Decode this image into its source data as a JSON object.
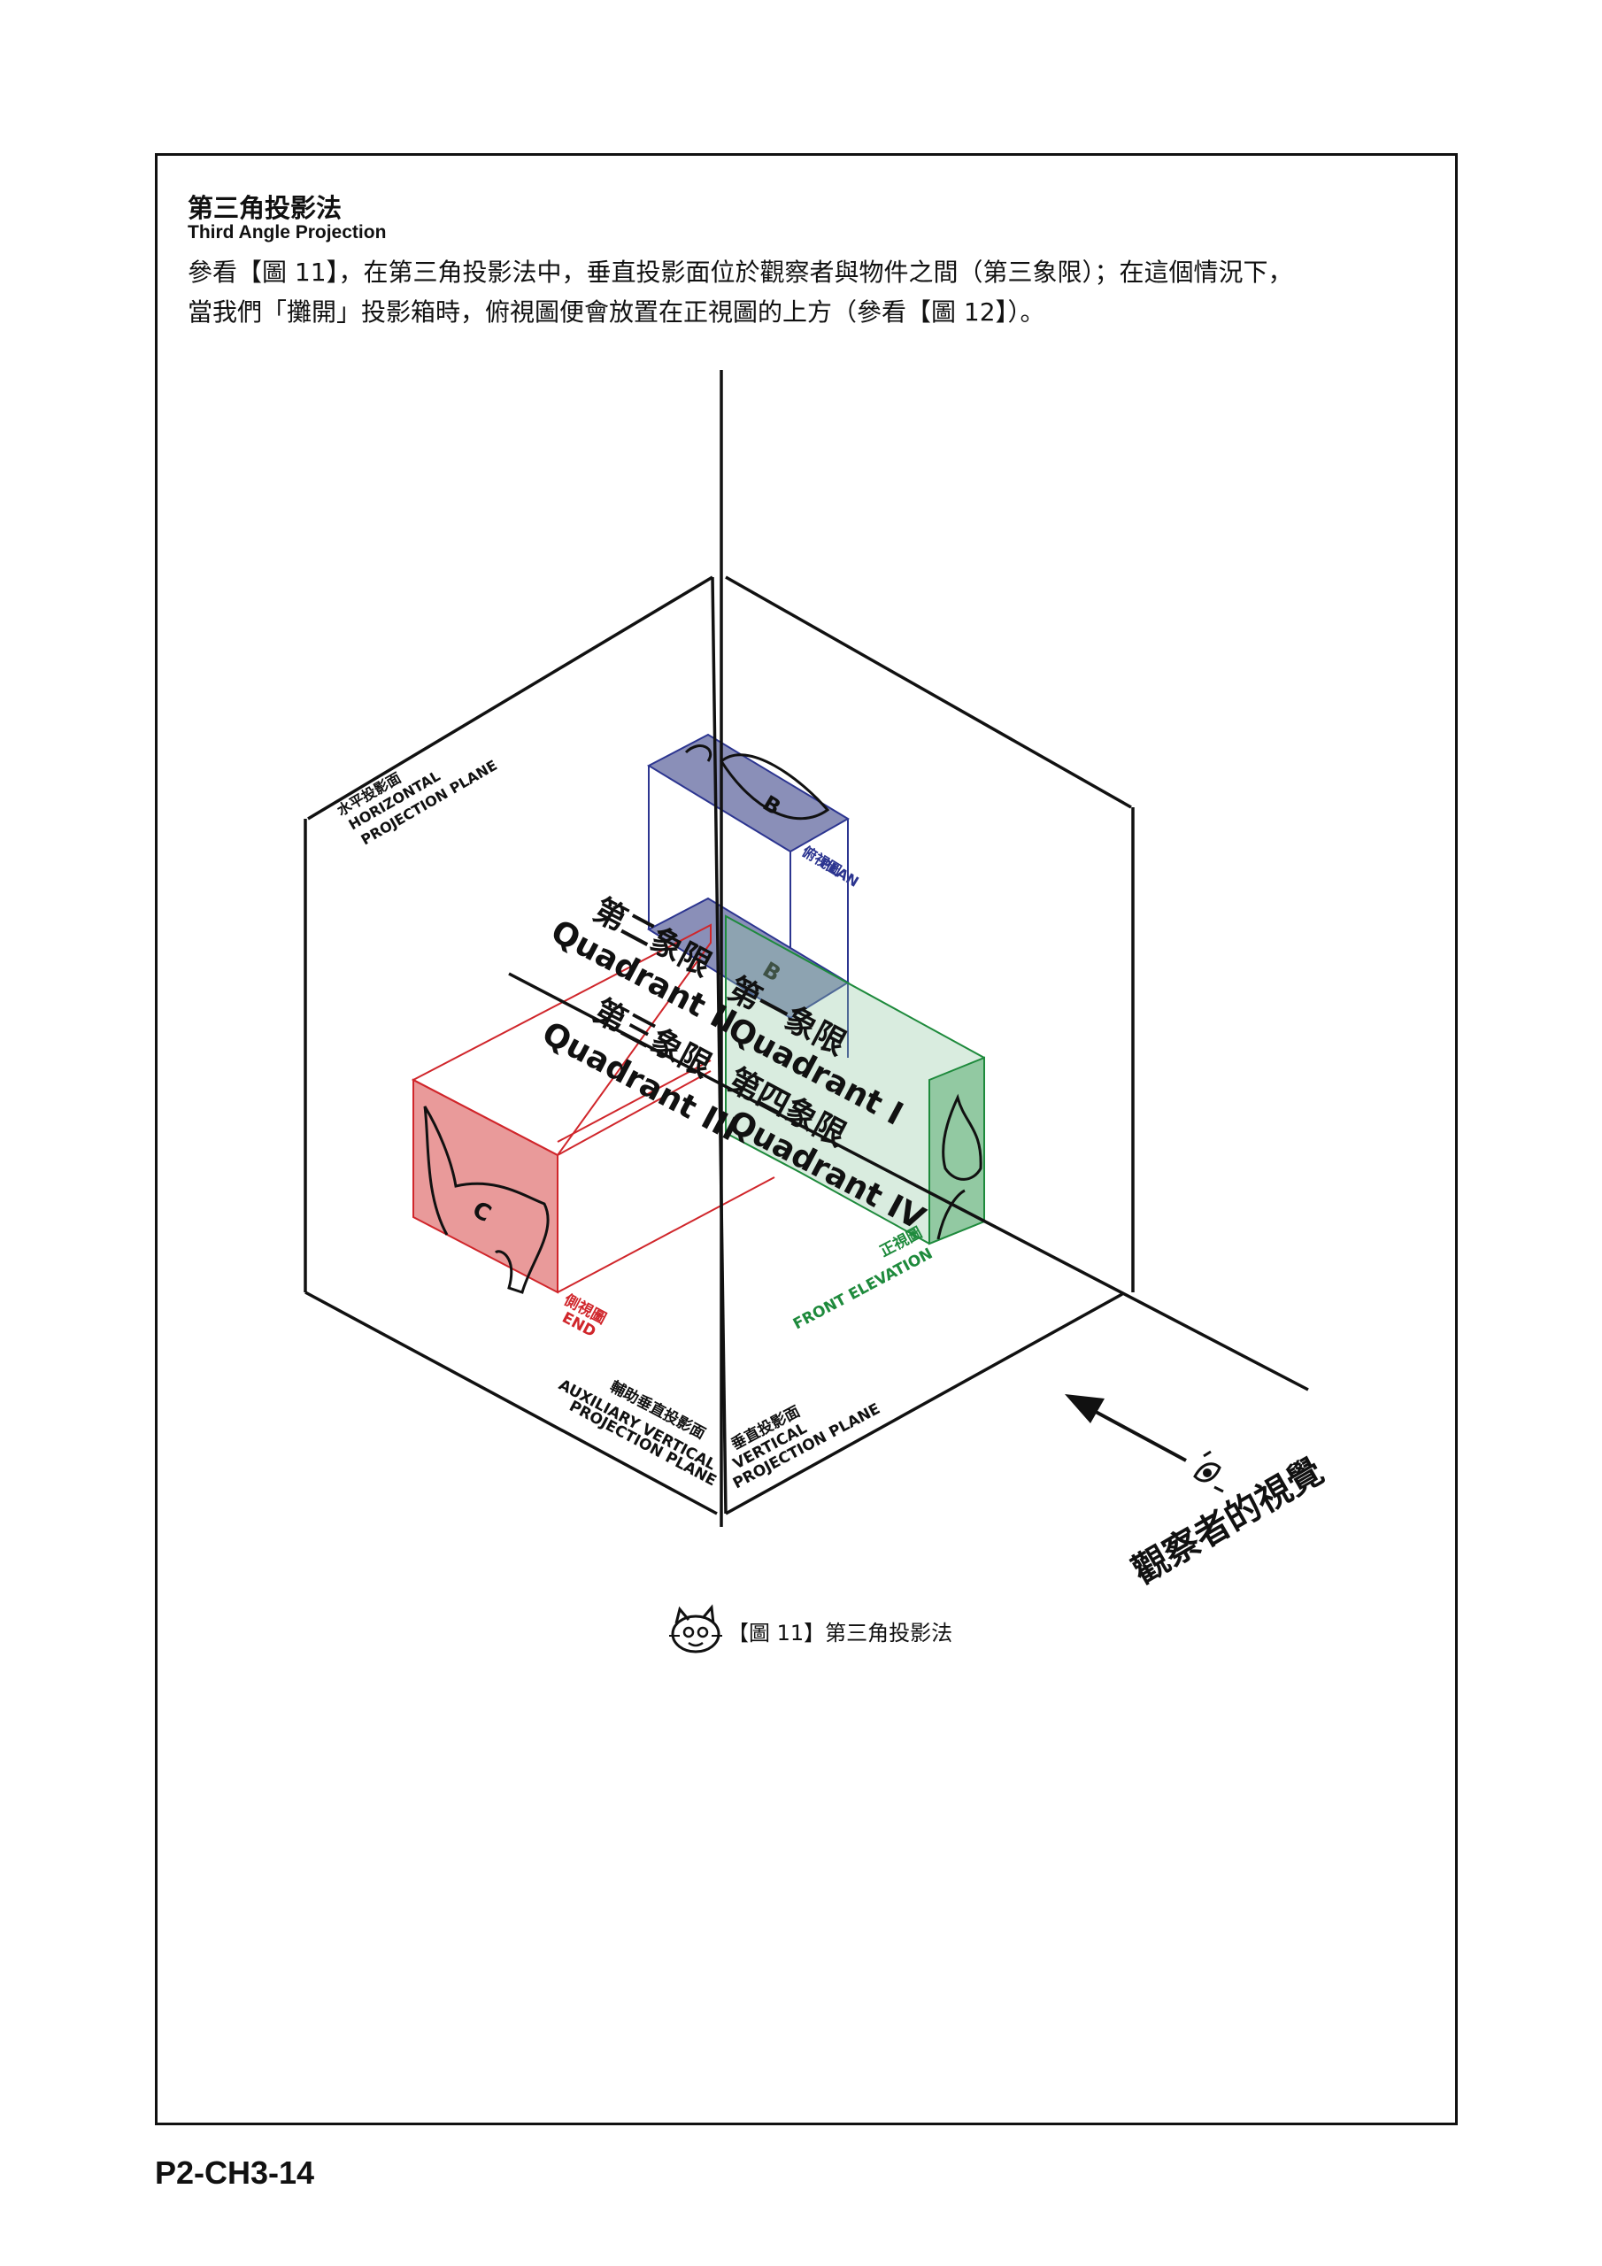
{
  "heading": {
    "title_zh": "第三角投影法",
    "title_en": "Third Angle Projection"
  },
  "body": {
    "line_1": "參看【圖 11】，在第三角投影法中，垂直投影面位於觀察者與物件之間（第三象限）；在這個情況下，",
    "line_2": "當我們「攤開」投影箱時，俯視圖便會放置在正視圖的上方（參看【圖 12】）。"
  },
  "diagram": {
    "horizontal_plane": {
      "zh": "水平投影面",
      "en_1": "HORIZONTAL",
      "en_2": "PROJECTION PLANE"
    },
    "auxiliary_plane": {
      "zh": "輔助垂直投影面",
      "en_1": "AUXILIARY VERTICAL",
      "en_2": "PROJECTION PLANE"
    },
    "vertical_plane": {
      "zh": "垂直投影面",
      "en_1": "VERTICAL",
      "en_2": "PROJECTION PLANE"
    },
    "plan_view": {
      "zh": "俯視圖",
      "en": "PLAN"
    },
    "end_view": {
      "zh": "側視圖",
      "en": "END"
    },
    "front_view": {
      "zh": "正視圖",
      "en": "FRONT ELEVATION"
    },
    "quadrant_2": {
      "zh": "第二象限",
      "en": "Quadrant II"
    },
    "quadrant_1": {
      "zh": "第一象限",
      "en": "Quadrant I"
    },
    "quadrant_3": {
      "zh": "第三象限",
      "en": "Quadrant III"
    },
    "quadrant_4": {
      "zh": "第四象限",
      "en": "Quadrant IV"
    },
    "label_b_top": "B",
    "label_b_mid": "B",
    "label_c": "C",
    "observer": "觀察者的視覺",
    "colors": {
      "plan": "#8a8fb8",
      "end": "#e99a9a",
      "front": "#92c9a2",
      "plan_line": "#2c3590",
      "end_line": "#d0262b",
      "front_line": "#1e8a3c"
    }
  },
  "caption": "【圖 11】第三角投影法",
  "page_number": "P2-CH3-14"
}
